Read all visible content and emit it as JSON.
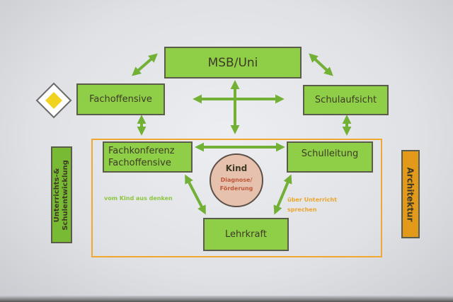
{
  "nodes": {
    "msb": "MSB/Uni",
    "fachoffensive": "Fachoffensive",
    "schulaufsicht": "Schulaufsicht",
    "fachkonferenz_line1": "Fachkonferenz",
    "fachkonferenz_line2": "Fachoffensive",
    "schulleitung": "Schulleitung",
    "lehrkraft": "Lehrkraft",
    "kind": "Kind",
    "kind_sub1": "Diagnose/",
    "kind_sub2": "Förderung"
  },
  "labels": {
    "left_note": "vom Kind aus denken",
    "right_note_line1": "über Unterricht",
    "right_note_line2": "sprechen",
    "left_side_line1": "Unterrichts-&",
    "left_side_line2": "Schulentwicklung",
    "right_side": "Architektur"
  },
  "colors": {
    "box": "#8fcf48",
    "arrow": "#72b036",
    "frame": "#f0a830",
    "kind": "#e6c1ae",
    "architektur": "#e39a1a"
  }
}
